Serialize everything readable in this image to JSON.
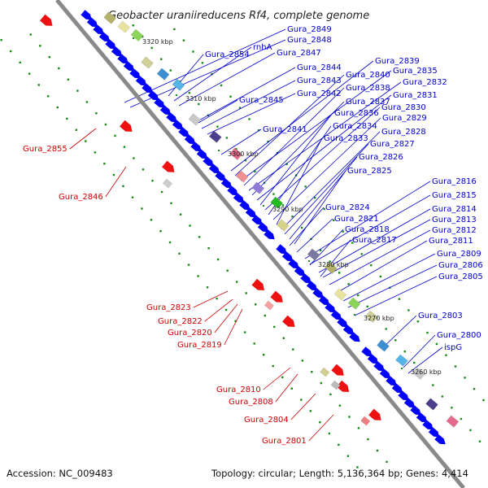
{
  "title": "Geobacter uraniireducens Rf4, complete genome",
  "footer": {
    "accession": "Accession: NC_009483",
    "summary": "Topology: circular; Length: 5,136,364 bp; Genes: 4,414"
  },
  "ticks": [
    "3320 kbp",
    "3310 kbp",
    "3300 kbp",
    "3290 kbp",
    "3280 kbp",
    "3270 kbp",
    "3260 kbp"
  ],
  "forward_labels": [
    "Gura_2849",
    "Gura_2848",
    "Gura_2854",
    "rnhA",
    "Gura_2847",
    "Gura_2844",
    "Gura_2843",
    "Gura_2842",
    "Gura_2845",
    "Gura_2841",
    "Gura_2839",
    "Gura_2840",
    "Gura_2835",
    "Gura_2838",
    "Gura_2832",
    "Gura_2837",
    "Gura_2831",
    "Gura_2836",
    "Gura_2830",
    "Gura_2834",
    "Gura_2829",
    "Gura_2833",
    "Gura_2828",
    "Gura_2827",
    "Gura_2826",
    "Gura_2825",
    "Gura_2816",
    "Gura_2815",
    "Gura_2824",
    "Gura_2821",
    "Gura_2814",
    "Gura_2813",
    "Gura_2818",
    "Gura_2812",
    "Gura_2817",
    "Gura_2811",
    "Gura_2809",
    "Gura_2806",
    "Gura_2805",
    "Gura_2803",
    "Gura_2800",
    "ispG"
  ],
  "reverse_labels": [
    "Gura_2855",
    "Gura_2846",
    "Gura_2823",
    "Gura_2822",
    "Gura_2820",
    "Gura_2819",
    "Gura_2810",
    "Gura_2808",
    "Gura_2804",
    "Gura_2801"
  ]
}
